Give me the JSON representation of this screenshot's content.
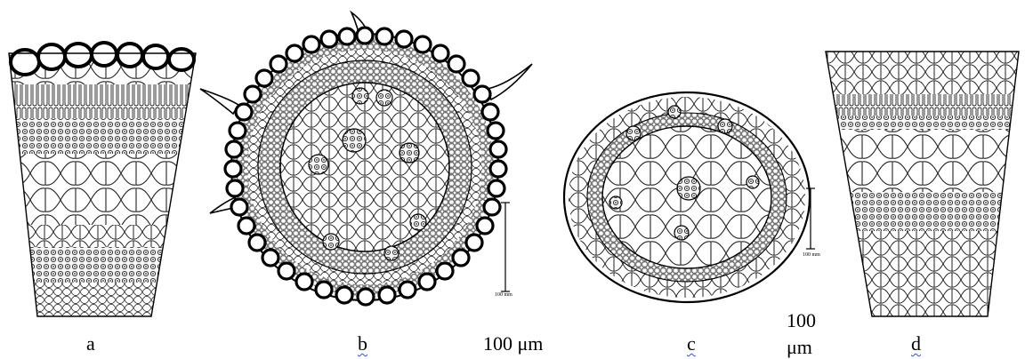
{
  "panels": [
    {
      "label": "a"
    },
    {
      "label": "b"
    },
    {
      "label": "c"
    },
    {
      "label": "d"
    }
  ],
  "scale_labels": {
    "center": "100 μm",
    "right_line1": "100",
    "right_line2": "μm"
  },
  "tiny_scale_text": "100 mm"
}
